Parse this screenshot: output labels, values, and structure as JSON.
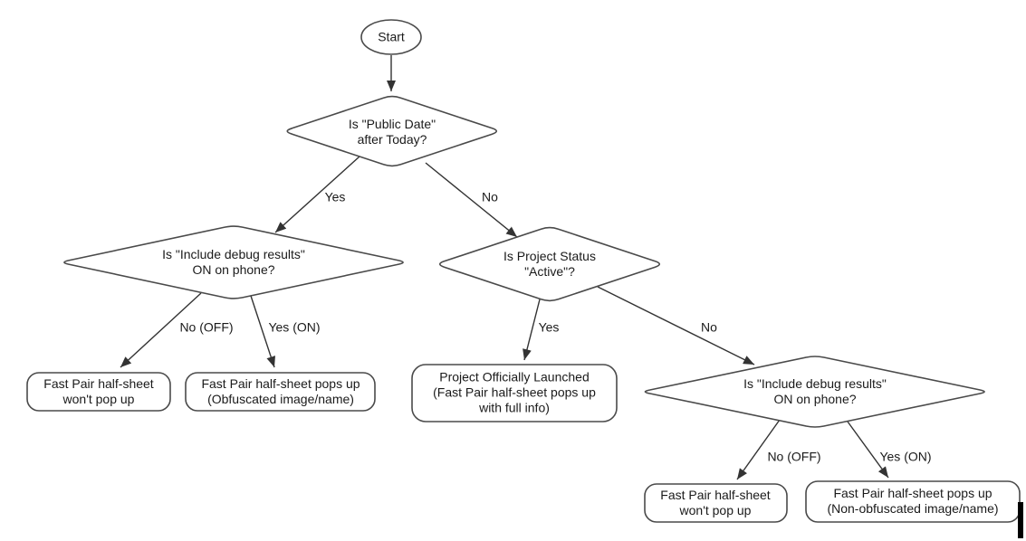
{
  "nodes": {
    "start": {
      "label": "Start"
    },
    "decision_public_date": {
      "lines": [
        "Is \"Public Date\"",
        "after Today?"
      ]
    },
    "decision_debug_left": {
      "lines": [
        "Is \"Include debug results\"",
        "ON on phone?"
      ]
    },
    "decision_project_status": {
      "lines": [
        "Is Project Status",
        "\"Active\"?"
      ]
    },
    "decision_debug_right": {
      "lines": [
        "Is \"Include debug results\"",
        "ON on phone?"
      ]
    },
    "result_no_popup_left": {
      "lines": [
        "Fast Pair half-sheet",
        "won't pop up"
      ]
    },
    "result_obfuscated": {
      "lines": [
        "Fast Pair half-sheet pops up",
        "(Obfuscated image/name)"
      ]
    },
    "result_launched": {
      "lines": [
        "Project Officially Launched",
        "(Fast Pair half-sheet pops up",
        "with full info)"
      ]
    },
    "result_no_popup_right": {
      "lines": [
        "Fast Pair half-sheet",
        "won't pop up"
      ]
    },
    "result_non_obfuscated": {
      "lines": [
        "Fast Pair half-sheet pops up",
        "(Non-obfuscated image/name)"
      ]
    }
  },
  "edge_labels": {
    "public_date_yes": "Yes",
    "public_date_no": "No",
    "debug_left_no": "No (OFF)",
    "debug_left_yes": "Yes (ON)",
    "project_status_yes": "Yes",
    "project_status_no": "No",
    "debug_right_no": "No (OFF)",
    "debug_right_yes": "Yes (ON)"
  },
  "colors": {
    "background": "#ffffff",
    "shape_stroke": "#4a4a4a",
    "arrow_stroke": "#333333",
    "text": "#1a1a1a",
    "cursor_bar": "#000000"
  }
}
